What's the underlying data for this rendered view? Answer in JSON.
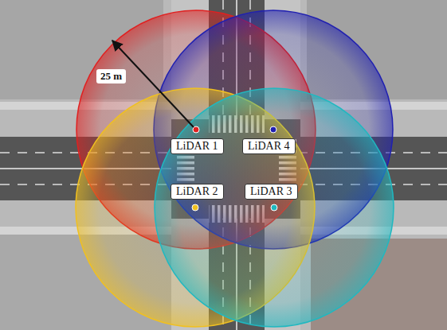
{
  "diagram": {
    "nodes": [
      {
        "text": [
          "LiDAR 1"
        ]
      },
      {
        "text": [
          "LiDAR 4"
        ]
      },
      {
        "text": [
          "LiDAR 2"
        ]
      },
      {
        "text": [
          "LiDAR 3"
        ]
      }
    ],
    "labels": [
      "25 m"
    ]
  }
}
